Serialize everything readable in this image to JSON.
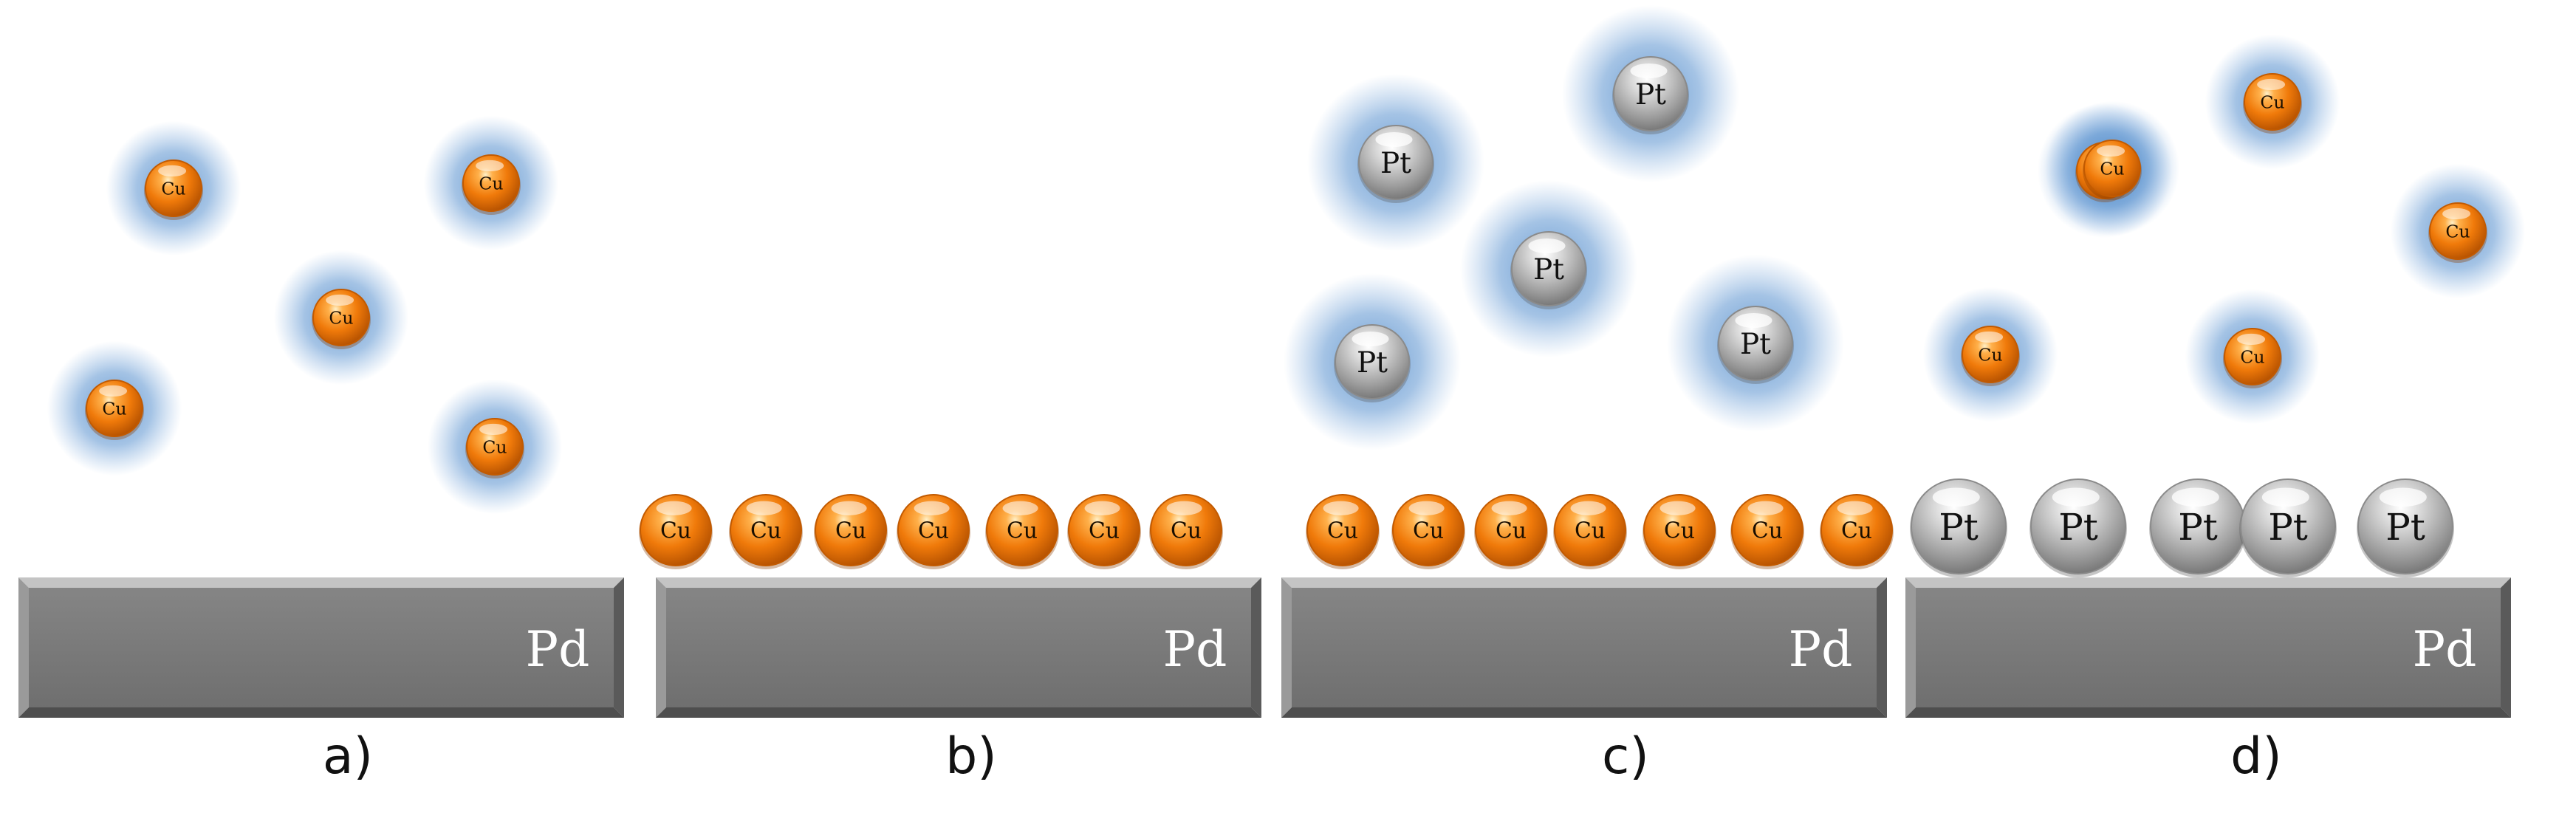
{
  "colors": {
    "substrate": "#7a7a7a",
    "substrate_light": "#a9a9a9",
    "substrate_dark": "#4e4e4e",
    "cu_orange": "#f07a0a",
    "pt_gray": "#a6a6a6",
    "halo_blue": "#4a86c8",
    "background": "#ffffff"
  },
  "substrate_label": "Pd",
  "panels": [
    {
      "label": "a)",
      "floating_atoms": [
        {
          "element": "Cu"
        },
        {
          "element": "Cu"
        },
        {
          "element": "Cu"
        },
        {
          "element": "Cu"
        },
        {
          "element": "Cu"
        }
      ],
      "layer1": [],
      "layer2": []
    },
    {
      "label": "b)",
      "floating_atoms": [],
      "layer1": [
        "Cu",
        "Cu",
        "Cu",
        "Cu",
        "Cu",
        "Cu",
        "Cu"
      ],
      "layer2": []
    },
    {
      "label": "c)",
      "floating_atoms": [
        {
          "element": "Pt"
        },
        {
          "element": "Pt"
        },
        {
          "element": "Pt"
        },
        {
          "element": "Pt"
        },
        {
          "element": "Pt"
        }
      ],
      "layer1": [
        "Cu",
        "Cu",
        "Cu",
        "Cu",
        "Cu",
        "Cu",
        "Cu"
      ],
      "layer2": []
    },
    {
      "label": "d)",
      "floating_atoms": [
        {
          "element": "Cu"
        },
        {
          "element": "Cu"
        },
        {
          "element": "Cu"
        },
        {
          "element": "Cu"
        },
        {
          "element": "Cu"
        },
        {
          "element": "Cu"
        }
      ],
      "layer1": [],
      "layer2": [
        "Pt",
        "Pt",
        "Pt",
        "Pt",
        "Pt"
      ]
    }
  ]
}
